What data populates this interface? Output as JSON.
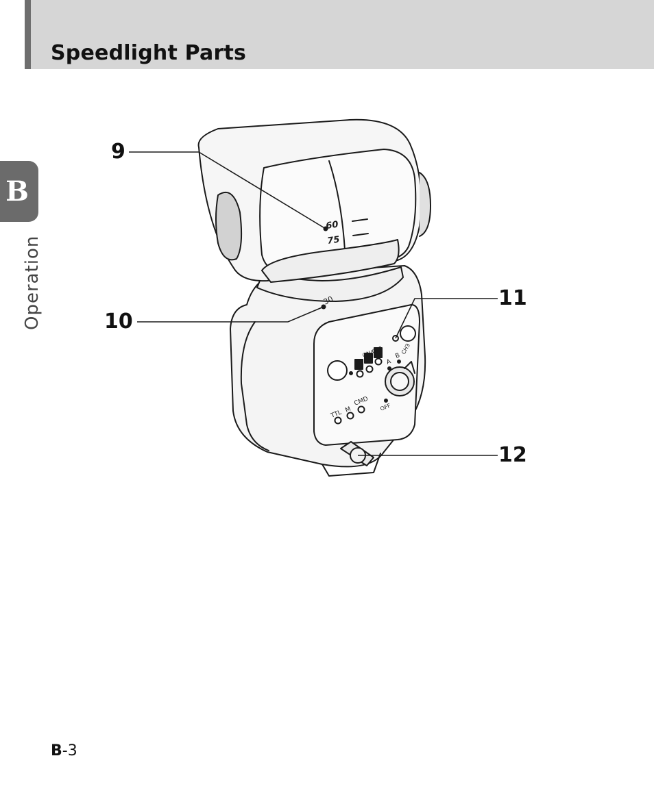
{
  "header": {
    "title": "Speedlight Parts"
  },
  "chapter_tab": {
    "letter": "B",
    "name": "Operation"
  },
  "callouts": [
    "9",
    "10",
    "11",
    "12"
  ],
  "illustration": {
    "scale_top": "60",
    "scale_bottom": "75",
    "head_base_value": "30",
    "panel_label_onoff": "ON/OFF",
    "mode_labels": [
      "TTL",
      "M",
      "CMD"
    ],
    "group_labels": [
      "A",
      "B"
    ],
    "channel_label": "CH3",
    "off_label": "OFF"
  },
  "footer": {
    "page_prefix": "B",
    "page_suffix": "-3"
  }
}
